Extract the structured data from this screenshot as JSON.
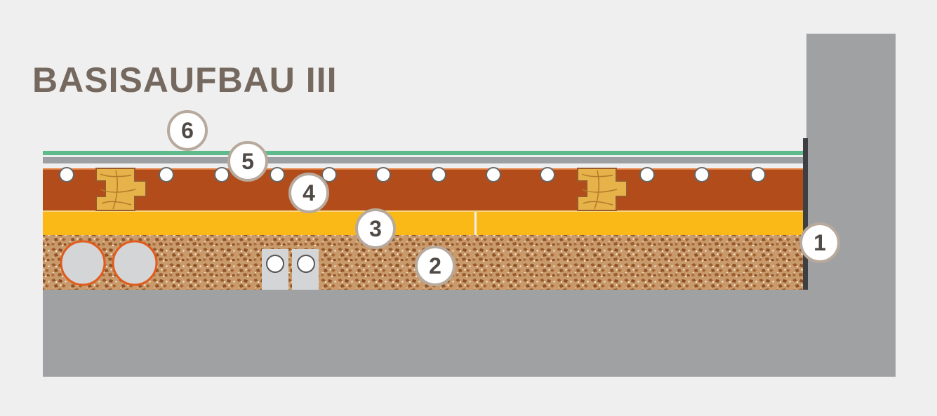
{
  "title": "BASISAUFBAU III",
  "markers": [
    {
      "id": "1",
      "label": "1"
    },
    {
      "id": "2",
      "label": "2"
    },
    {
      "id": "3",
      "label": "3"
    },
    {
      "id": "4",
      "label": "4"
    },
    {
      "id": "5",
      "label": "5"
    },
    {
      "id": "6",
      "label": "6"
    }
  ],
  "colors": {
    "background": "#efefef",
    "concrete": "#a0a1a3",
    "fill_base": "#c99a6b",
    "fill_grain": "#9a5a2b",
    "insulation": "#fbb917",
    "heating_board": "#b24c1a",
    "wood_batten": "#e6b24a",
    "steel_sheet": "#9e9fa2",
    "top_membrane": "#5dba8a",
    "edge_strip": "#3e3f43",
    "title": "#75685e",
    "marker_ring": "#b7aa9d",
    "marker_text": "#4f4a46"
  }
}
